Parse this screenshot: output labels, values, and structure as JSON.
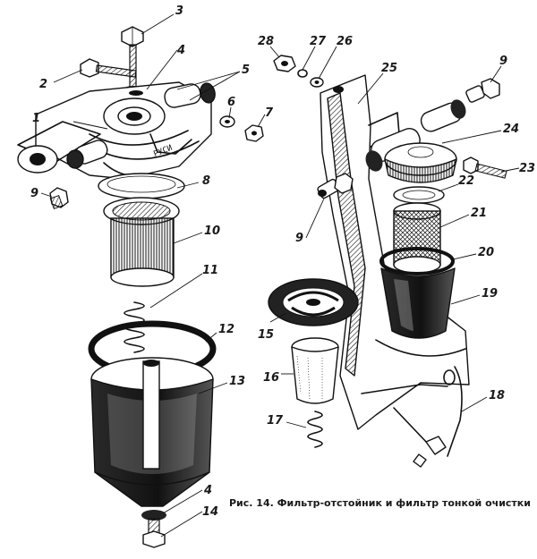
{
  "caption": "Рис. 14. Фильтр-отстойник и фильтр тонкой очистки",
  "callouts": {
    "n1": "1",
    "n2": "2",
    "n3": "3",
    "n4a": "4",
    "n4b": "4",
    "n5": "5",
    "n6": "6",
    "n7": "7",
    "n8": "8",
    "n9a": "9",
    "n9b": "9",
    "n9c": "9",
    "n10": "10",
    "n11": "11",
    "n12": "12",
    "n13": "13",
    "n14": "14",
    "n15": "15",
    "n16": "16",
    "n17": "17",
    "n18": "18",
    "n19": "19",
    "n20": "20",
    "n21": "21",
    "n22": "22",
    "n23": "23",
    "n24": "24",
    "n25": "25",
    "n26": "26",
    "n27": "27",
    "n28": "28"
  },
  "housing_marking": "РУСИ"
}
